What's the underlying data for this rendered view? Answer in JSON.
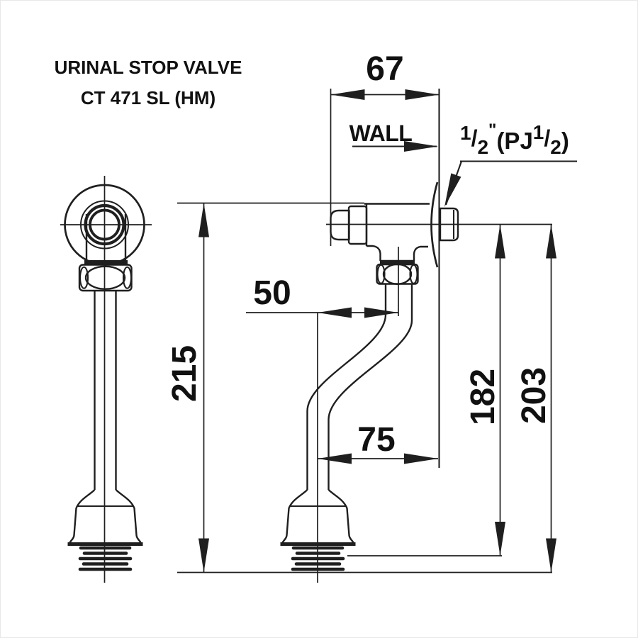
{
  "drawing": {
    "title_line1": "URINAL STOP VALVE",
    "title_line2": "CT 471 SL (HM)",
    "wall_label": "WALL",
    "thread_spec": {
      "text": "1/2\"(PJ 1/2)",
      "num1": "1",
      "slash1": "/",
      "den1": "2",
      "inch_mark": "\"",
      "infix": "(PJ",
      "num2": "1",
      "slash2": "/",
      "den2": "2",
      "suffix": ")"
    },
    "dimensions": {
      "wall_offset": "67",
      "upper_offset": "50",
      "lower_offset": "75",
      "overall_height": "215",
      "inlet_to_thread_top": "182",
      "inlet_to_outlet_end": "203"
    },
    "colors": {
      "line": "#1f1f1f",
      "text": "#111111",
      "background": "#ffffff"
    }
  }
}
